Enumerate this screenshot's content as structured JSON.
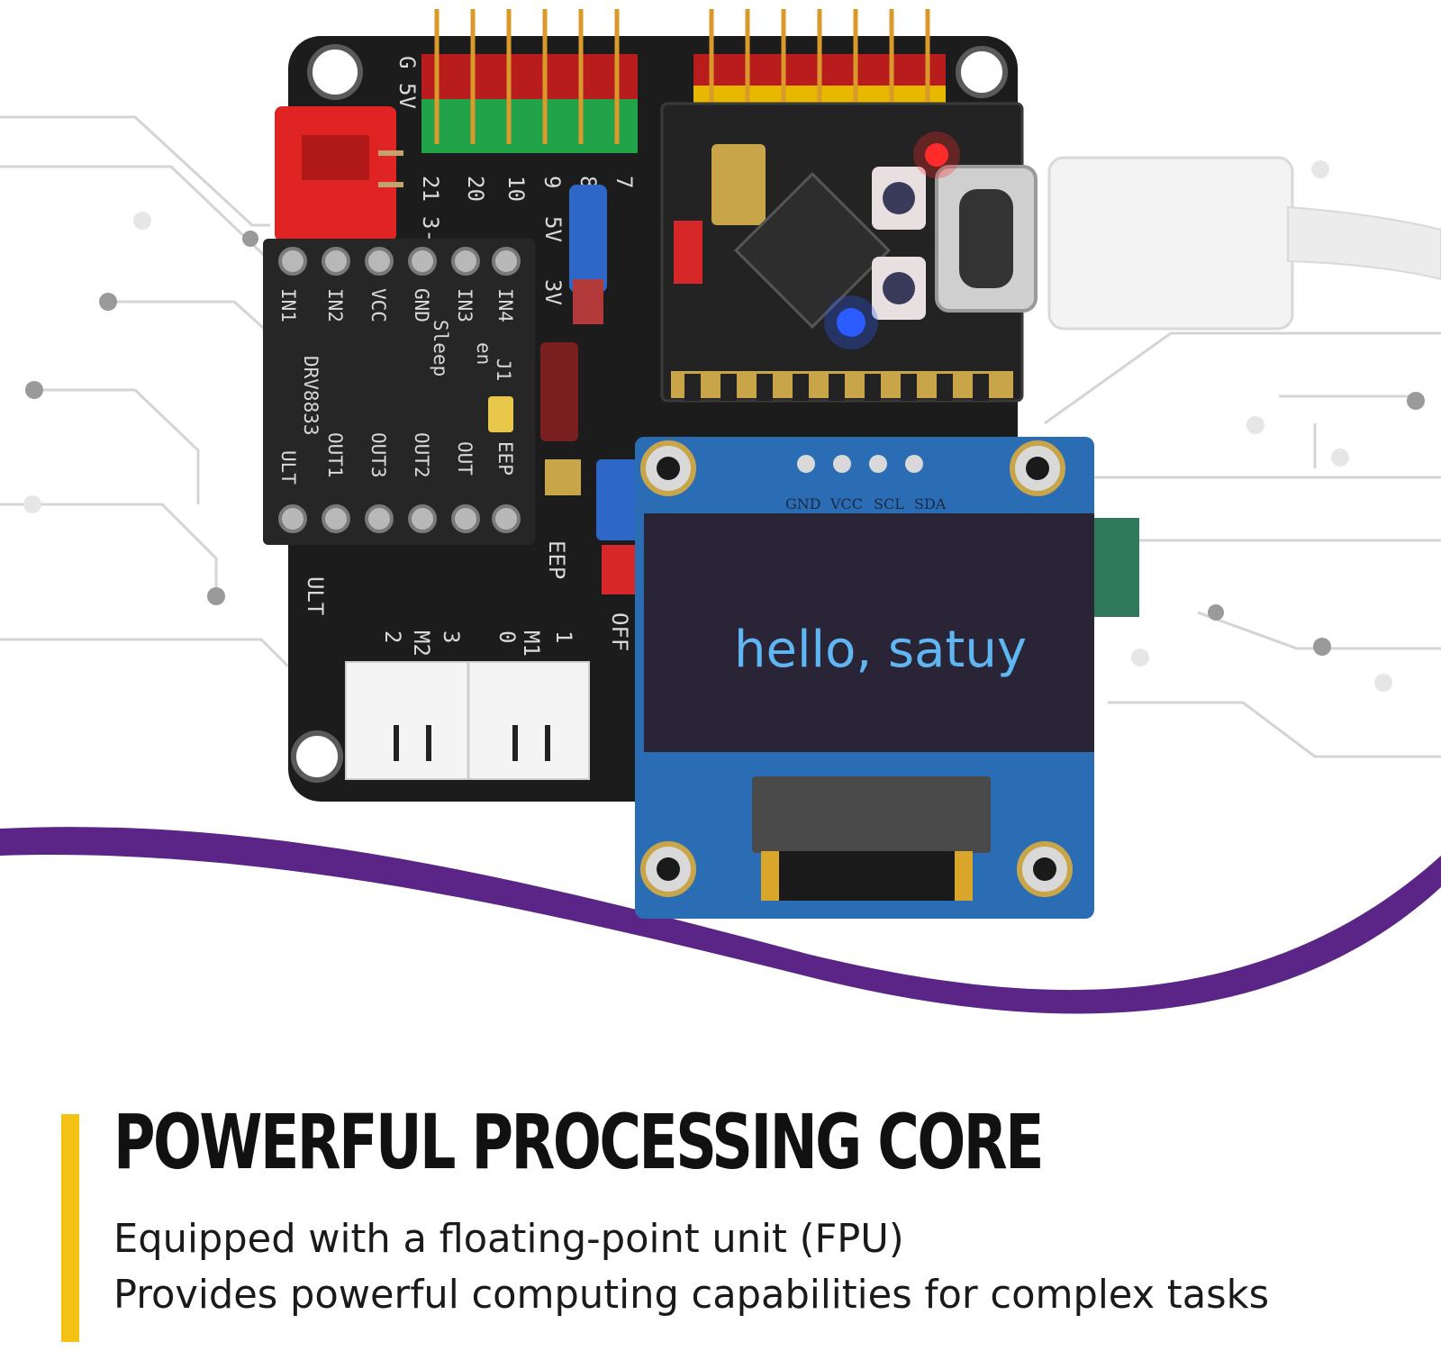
{
  "product_photo": {
    "board": {
      "servo_header_labels": [
        "21",
        "20",
        "10",
        "9",
        "8",
        "7"
      ],
      "power_labels": [
        "G",
        "5V"
      ],
      "voltage_labels": [
        "3-7",
        "5V",
        "3V"
      ],
      "driver_module": {
        "chip_label": "DRV8833",
        "pin_labels_top": [
          "IN1",
          "IN2",
          "VCC",
          "GND",
          "IN3",
          "IN4"
        ],
        "pin_labels_bottom": [
          "ULT",
          "OUT1",
          "OUT3",
          "OUT2",
          "OUT",
          "EEP"
        ],
        "sleep_label": "Sleep",
        "en_label": "en",
        "jumper_label": "J1"
      },
      "eep_label": "EEP",
      "ult_label": "ULT",
      "off_label": "OFF",
      "motor_labels": [
        "M1",
        "M2"
      ],
      "motor_numbers": [
        "1",
        "0",
        "3",
        "2"
      ]
    },
    "oled": {
      "pin_labels": [
        "GND",
        "VCC",
        "SCL",
        "SDA"
      ],
      "screen_text": "hello, satuy"
    },
    "colors": {
      "pcb": "#1c1c1c",
      "oled_pcb": "#2a6db5",
      "oled_screen": "#2a2536",
      "oled_text": "#5fb6f2",
      "wave": "#5a2586",
      "accent": "#f3c215"
    }
  },
  "caption": {
    "headline": "POWERFUL PROCESSING CORE",
    "lines": [
      "Equipped with a floating-point unit (FPU)",
      "Provides powerful computing capabilities for complex tasks"
    ]
  }
}
